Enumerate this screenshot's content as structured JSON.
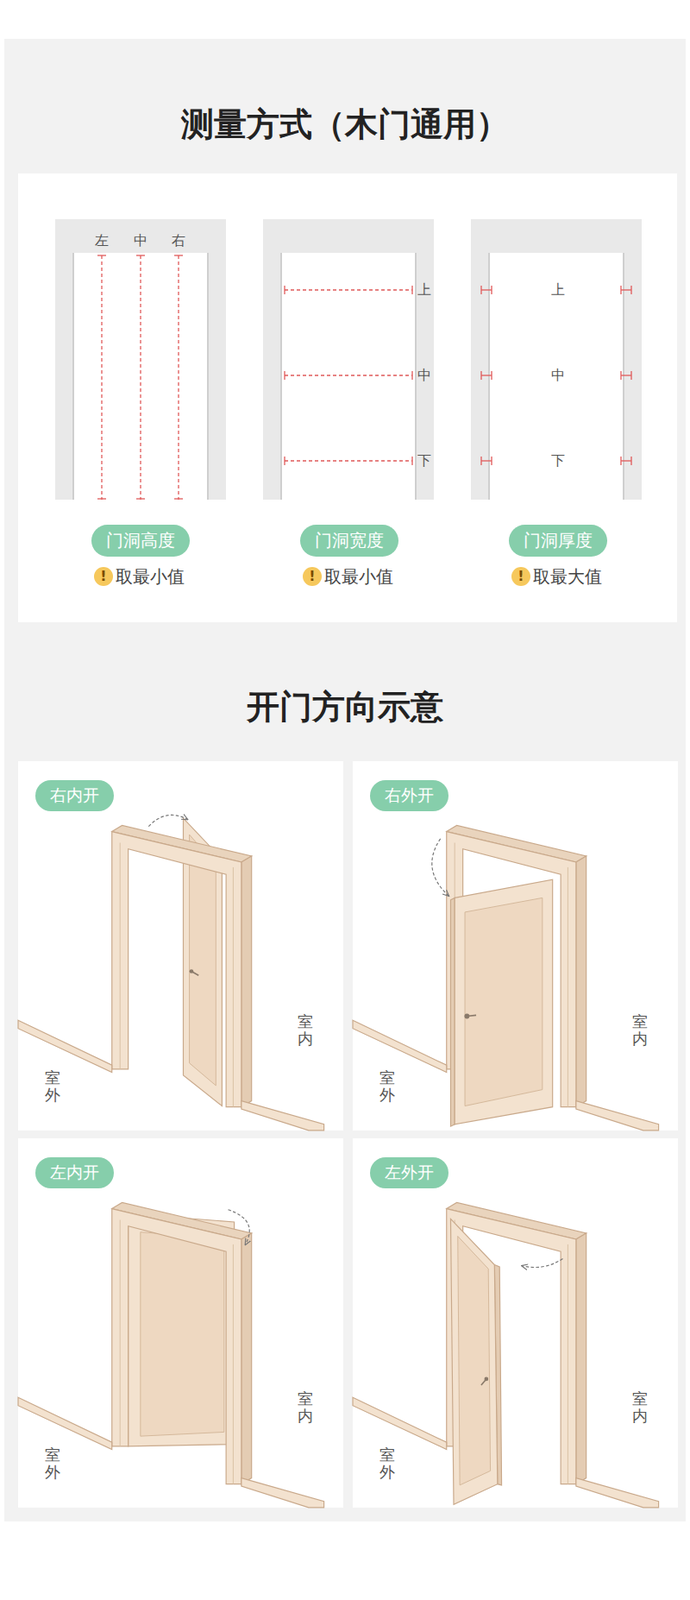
{
  "diagram": {
    "title": "测量方式（木门通用）",
    "nodes": [
      {
        "text": [
          "门洞高度"
        ]
      },
      {
        "text": [
          "门洞宽度"
        ]
      },
      {
        "text": [
          "门洞厚度"
        ]
      },
      {
        "text": [
          "室内",
          "室外"
        ]
      },
      {
        "text": [
          "右内开"
        ],
        "in": 3
      },
      {
        "text": [
          "室内",
          "室外"
        ]
      },
      {
        "text": [
          "右外开"
        ],
        "in": 5
      },
      {
        "text": [
          "室内",
          "室外"
        ]
      },
      {
        "text": [
          "左内开"
        ],
        "in": 7
      },
      {
        "text": [
          "室内",
          "室外"
        ]
      },
      {
        "text": [
          "左外开"
        ],
        "in": 9
      }
    ],
    "labels": [
      "左",
      "中",
      "右",
      "上",
      "中",
      "下",
      "上",
      "中",
      "下",
      "!",
      "取最小值",
      "!",
      "取最小值",
      "!",
      "取最大值",
      "开门方向示意"
    ]
  }
}
